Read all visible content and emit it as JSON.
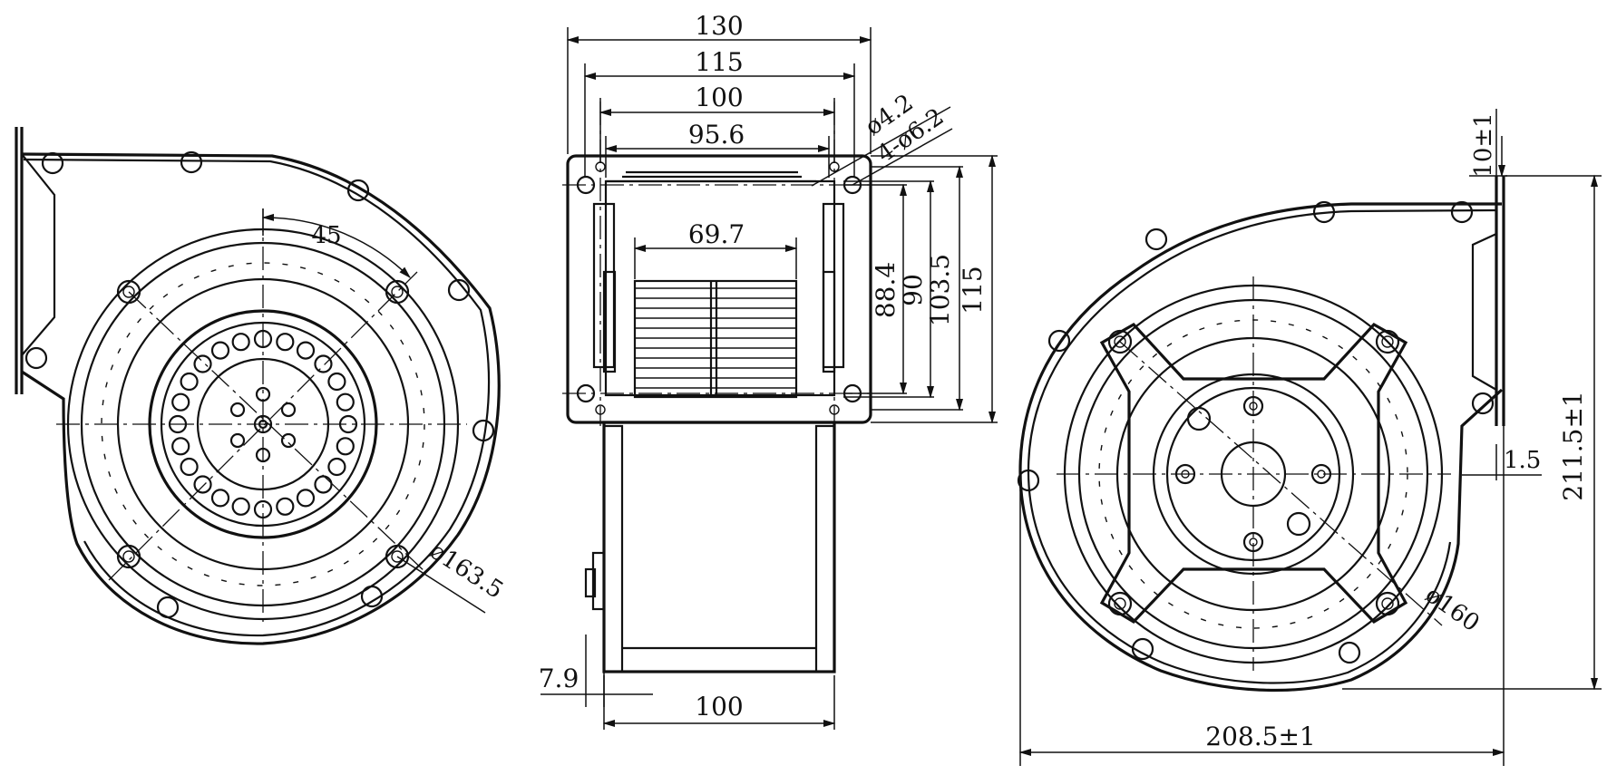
{
  "views": {
    "front": {
      "angle_label": "45",
      "diameter_label": "ø163.5"
    },
    "side": {
      "width_130": "130",
      "width_115": "115",
      "width_100": "100",
      "width_95_6": "95.6",
      "width_69_7": "69.7",
      "hole_d_small": "ø4.2",
      "hole_d_large": "4-ø6.2",
      "height_88_4": "88.4",
      "height_90": "90",
      "height_103_5": "103.5",
      "height_115": "115",
      "offset_7_9": "7.9",
      "bottom_100": "100"
    },
    "rear": {
      "flange_10": "10±1",
      "height_211_5": "211.5±1",
      "thickness_1_5": "1.5",
      "diameter_160": "ø160",
      "width_208_5": "208.5±1"
    }
  },
  "colors": {
    "line": "#111111",
    "background": "#ffffff"
  }
}
